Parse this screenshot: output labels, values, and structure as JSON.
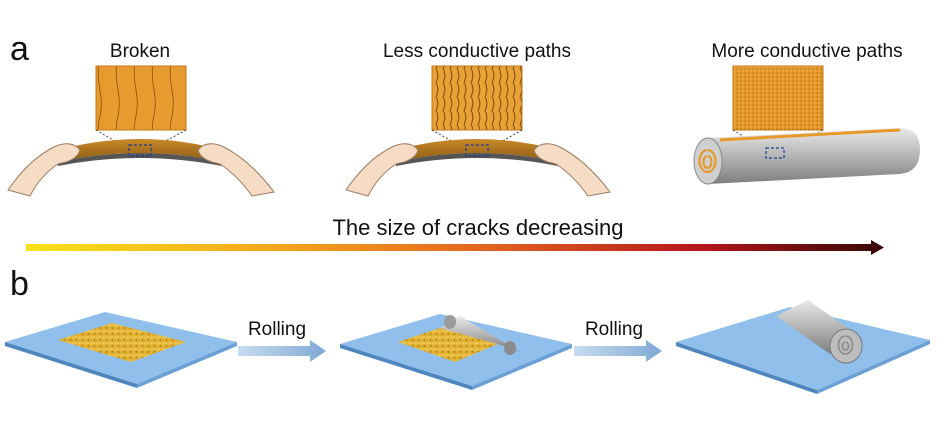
{
  "panel_a": {
    "letter": "a",
    "labels": [
      "Broken",
      "Less conductive paths",
      "More conductive paths"
    ],
    "arrow_caption": "The size of cracks decreasing",
    "gradient_colors": [
      "#f6e21a",
      "#f3a51c",
      "#e2621f",
      "#b3161b",
      "#3e0808"
    ]
  },
  "panel_b": {
    "letter": "b",
    "arrow_labels": [
      "Rolling",
      "Rolling"
    ],
    "substrate_color": "#8fbfea",
    "film_color": "#e2b233",
    "roll_color": "#a9a9a9"
  },
  "icons": [
    "hands-stretching-film",
    "rolled-film",
    "zoom-inset",
    "flat-substrate",
    "rolling-arrow"
  ]
}
